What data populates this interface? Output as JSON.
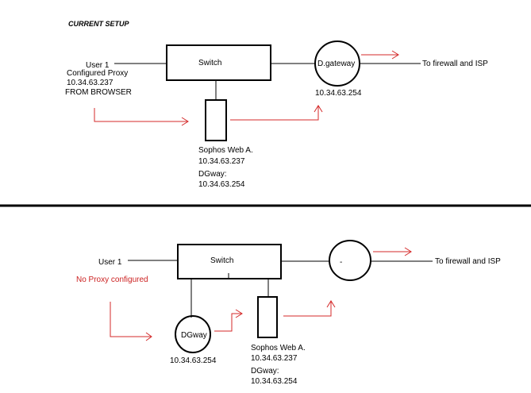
{
  "top": {
    "title": "CURRENT SETUP",
    "user_label": "User 1",
    "proxy_line1": "Configured Proxy",
    "proxy_line2": "10.34.63.237",
    "proxy_line3": "FROM BROWSER",
    "switch_label": "Switch",
    "gateway_label": "D.gateway",
    "gateway_ip": "10.34.63.254",
    "destination_label": "To firewall and ISP",
    "sophos_name": "Sophos Web A.",
    "sophos_ip": "10.34.63.237",
    "dgway_label": "DGway:",
    "dgway_ip": "10.34.63.254"
  },
  "bottom": {
    "user_label": "User 1",
    "no_proxy_label": "No Proxy configured",
    "switch_label": "Switch",
    "gateway_label": "-",
    "destination_label": "To firewall and ISP",
    "dgway_node_label": "DGway",
    "dgway_node_ip": "10.34.63.254",
    "sophos_name": "Sophos Web A.",
    "sophos_ip": "10.34.63.237",
    "dgway_label": "DGway:",
    "dgway_ip": "10.34.63.254"
  },
  "colors": {
    "lines": "#000000",
    "arrows": "#d42a2a",
    "warning_text": "#cc2222"
  }
}
